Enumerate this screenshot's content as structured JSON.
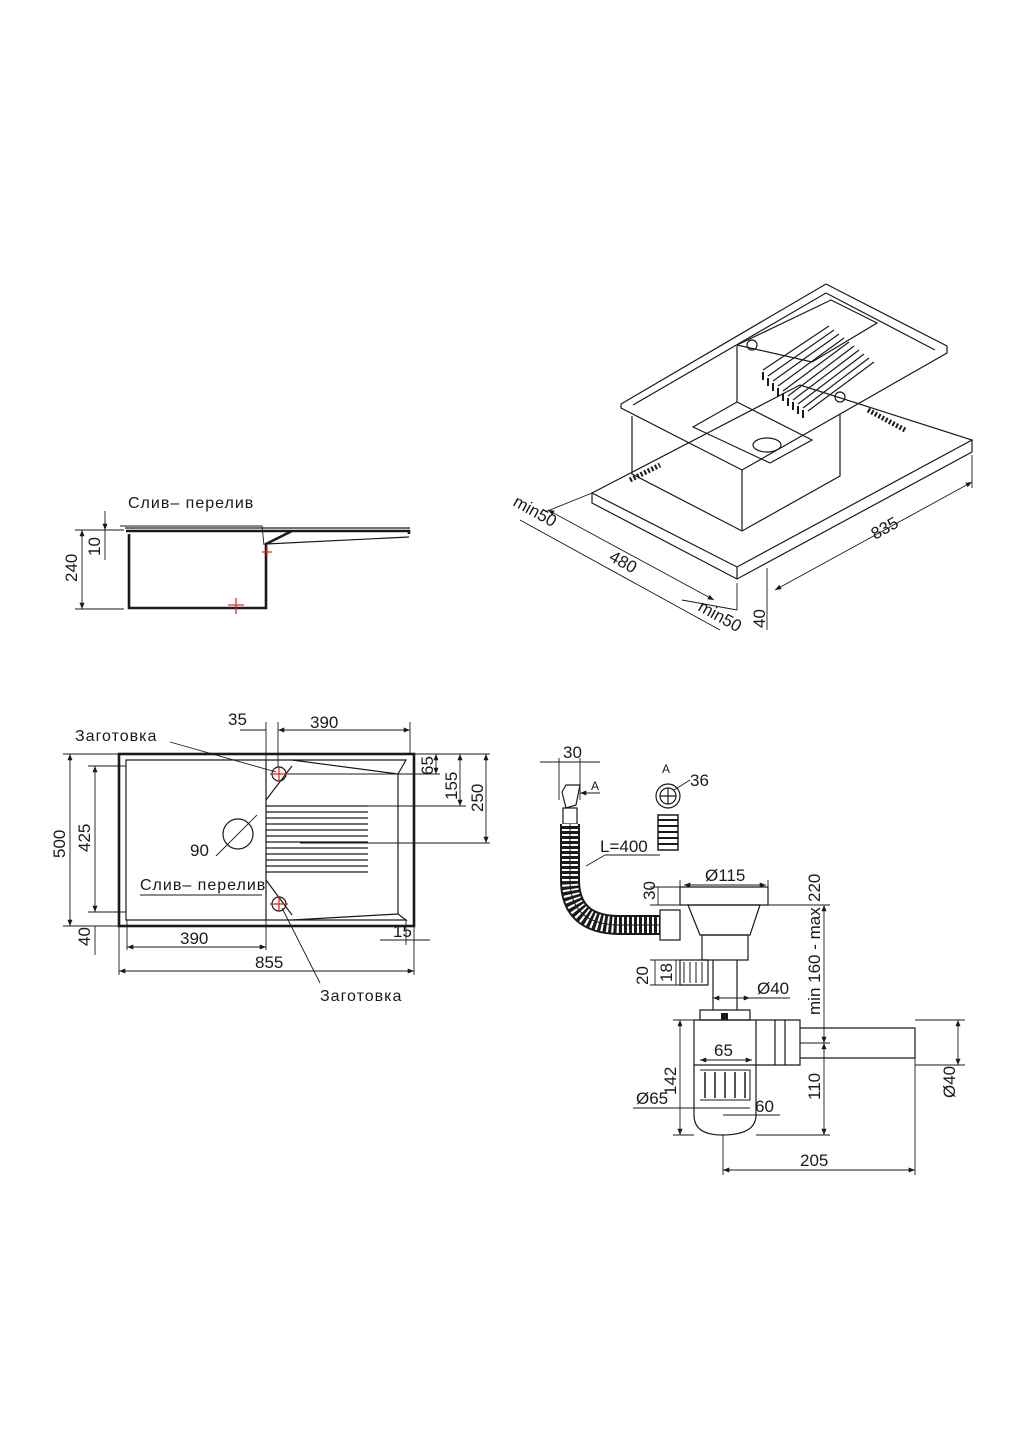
{
  "side_view": {
    "drain_overflow_label": "Слив– перелив",
    "dim_height_total": "240",
    "dim_rim": "10"
  },
  "iso_view": {
    "dim_min_left": "min50",
    "dim_depth": "480",
    "dim_width": "835",
    "dim_min_front": "min50",
    "dim_thickness": "40"
  },
  "plan_view": {
    "label_blank_top": "Заготовка",
    "label_blank_bottom": "Заготовка",
    "label_drain_overflow": "Слив– перелив",
    "dim_35": "35",
    "dim_390_top": "390",
    "dim_65": "65",
    "dim_155": "155",
    "dim_250": "250",
    "dim_500": "500",
    "dim_425": "425",
    "dim_90": "90",
    "dim_40": "40",
    "dim_390_bottom": "390",
    "dim_15": "15",
    "dim_855": "855"
  },
  "siphon_view": {
    "dim_30_top": "30",
    "label_A_arrow": "A",
    "label_A_detail": "A",
    "dim_36": "36",
    "label_L": "L=400",
    "dim_30_side": "30",
    "dim_d115": "Ø115",
    "dim_220": "220",
    "dim_min_max": "min 160 - max",
    "dim_20": "20",
    "dim_18": "18",
    "dim_d40_inner": "Ø40",
    "dim_65": "65",
    "dim_142": "142",
    "dim_d65": "Ø65",
    "dim_60": "60",
    "dim_110": "110",
    "dim_d40_outer": "Ø40",
    "dim_205": "205"
  }
}
